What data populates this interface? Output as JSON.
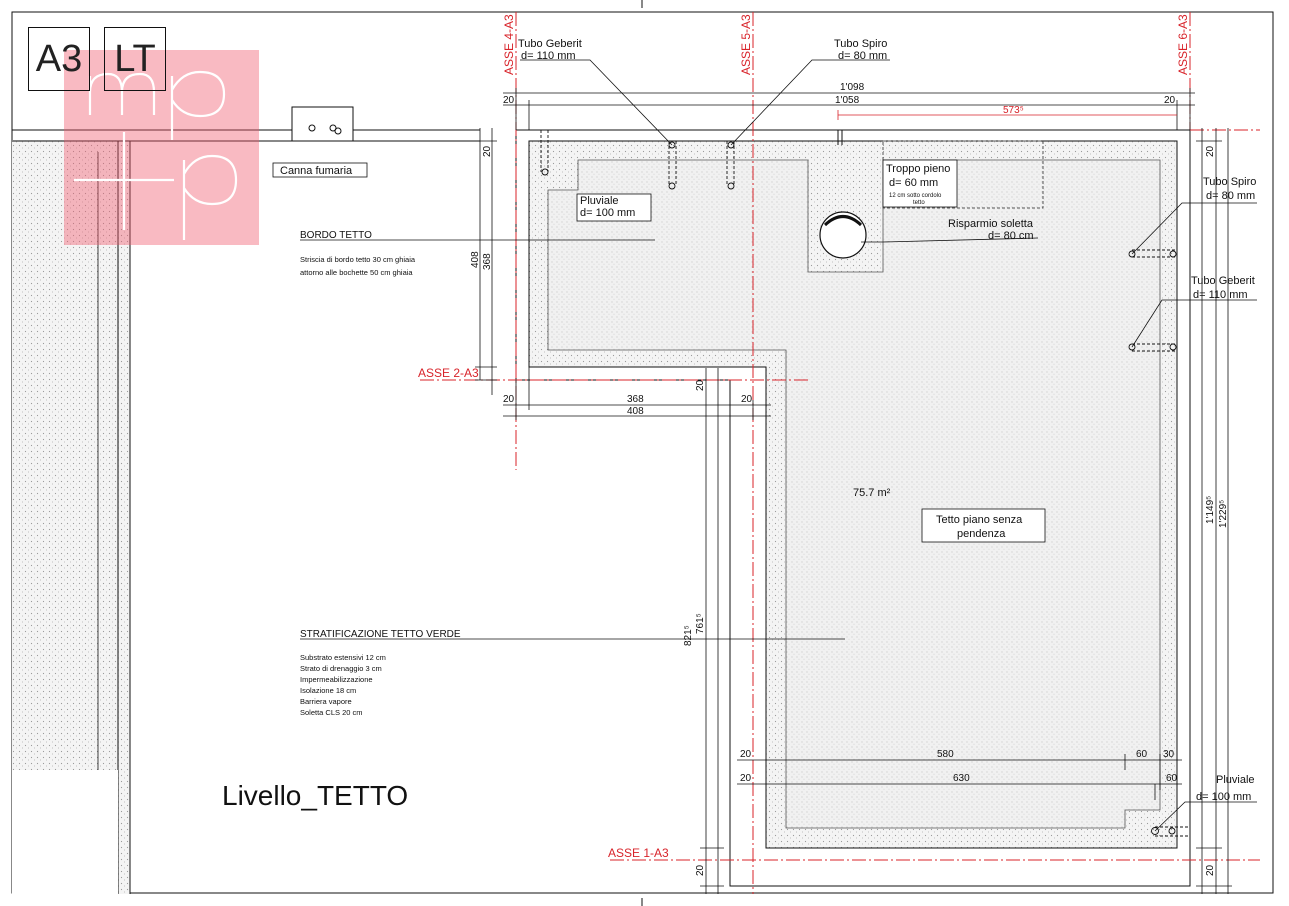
{
  "header": {
    "sheet_code": "A3",
    "layer_code": "LT",
    "logo_text": "mp+p"
  },
  "level_title": "Livello_TETTO",
  "axes": {
    "asse_4": "ASSE 4-A3",
    "asse_5": "ASSE 5-A3",
    "asse_6": "ASSE 6-A3",
    "asse_2": "ASSE 2-A3",
    "asse_1": "ASSE 1-A3"
  },
  "labels": {
    "tubo_geberit_top": [
      "Tubo Geberit",
      "d= 110 mm"
    ],
    "tubo_spiro_top": [
      "Tubo Spiro",
      "d= 80 mm"
    ],
    "canna_fumaria": "Canna fumaria",
    "pluviale_top": [
      "Pluviale",
      "d= 100 mm"
    ],
    "troppo_pieno": [
      "Troppo pieno",
      "d= 60 mm",
      "12 cm sotto cordolo",
      "tetto"
    ],
    "risparmio_soletta": [
      "Risparmio soletta",
      "d= 80 cm"
    ],
    "tubo_spiro_right": [
      "Tubo Spiro",
      "d= 80 mm"
    ],
    "tubo_geberit_right": [
      "Tubo Geberit",
      "d= 110 mm"
    ],
    "pluviale_right": [
      "Pluviale",
      "d= 100 mm"
    ],
    "area": "75.7 m²",
    "tetto_piano": [
      "Tetto piano senza",
      "pendenza"
    ],
    "bordo_tetto": {
      "title": "BORDO TETTO",
      "lines": [
        "Striscia di bordo tetto 30 cm ghiaia",
        "attorno alle bochette 50 cm ghiaia"
      ]
    },
    "stratificazione": {
      "title": "STRATIFICAZIONE TETTO VERDE",
      "lines": [
        "Substrato estensivi   12 cm",
        "Strato di drenaggio  3 cm",
        "Impermeabilizzazione",
        "Isolazione  18 cm",
        "Barriera vapore",
        "Soletta CLS 20 cm"
      ]
    }
  },
  "dimensions": {
    "d1098": "1'098",
    "d1058": "1'058",
    "d573": "573⁵",
    "d20": "20",
    "d408": "408",
    "d368": "368",
    "d580": "580",
    "d630": "630",
    "d60": "60",
    "d30": "30",
    "d1149": "1'149⁵",
    "d1229": "1'229⁵",
    "d821": "821⁵",
    "d761": "761⁵"
  }
}
